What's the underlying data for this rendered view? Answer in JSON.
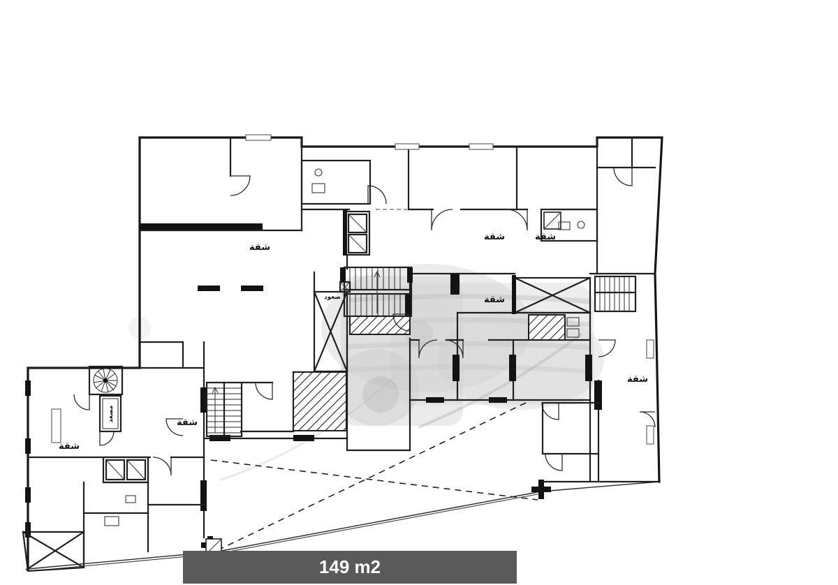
{
  "plan": {
    "texts": {
      "apartment": "شقة",
      "elevator": "مصعد",
      "stair_up": "صعود"
    },
    "colors": {
      "ink": "#1f1f1f",
      "highlight_wash": "#c6c6c6",
      "paper": "#ffffff"
    }
  },
  "footer": {
    "area_label": "149 m2",
    "bar_color": "#595959",
    "text_color": "#ffffff"
  }
}
